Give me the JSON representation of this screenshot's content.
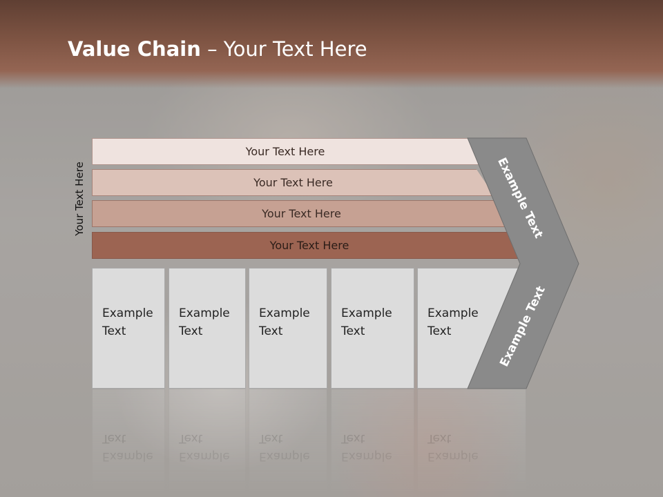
{
  "slide": {
    "title_bold": "Value Chain",
    "title_rest": " – Your Text Here",
    "vertical_label": "Your Text Here",
    "bars": [
      {
        "label": "Your Text Here"
      },
      {
        "label": "Your Text Here"
      },
      {
        "label": "Your Text Here"
      },
      {
        "label": "Your Text Here"
      }
    ],
    "boxes": [
      {
        "label": "Example\nText"
      },
      {
        "label": "Example\nText"
      },
      {
        "label": "Example\nText"
      },
      {
        "label": "Example\nText"
      },
      {
        "label": "Example\nText"
      }
    ],
    "chevron_top_label": "Example Text",
    "chevron_bottom_label": "Example Text"
  },
  "colors": {
    "header": "#7e5443",
    "chevron": "#8a8a8a",
    "bar1": "#efe3df",
    "bar2": "#dcc2b8",
    "bar3": "#c6a193",
    "bar4": "#9c6452",
    "box": "#dcdcdc"
  }
}
